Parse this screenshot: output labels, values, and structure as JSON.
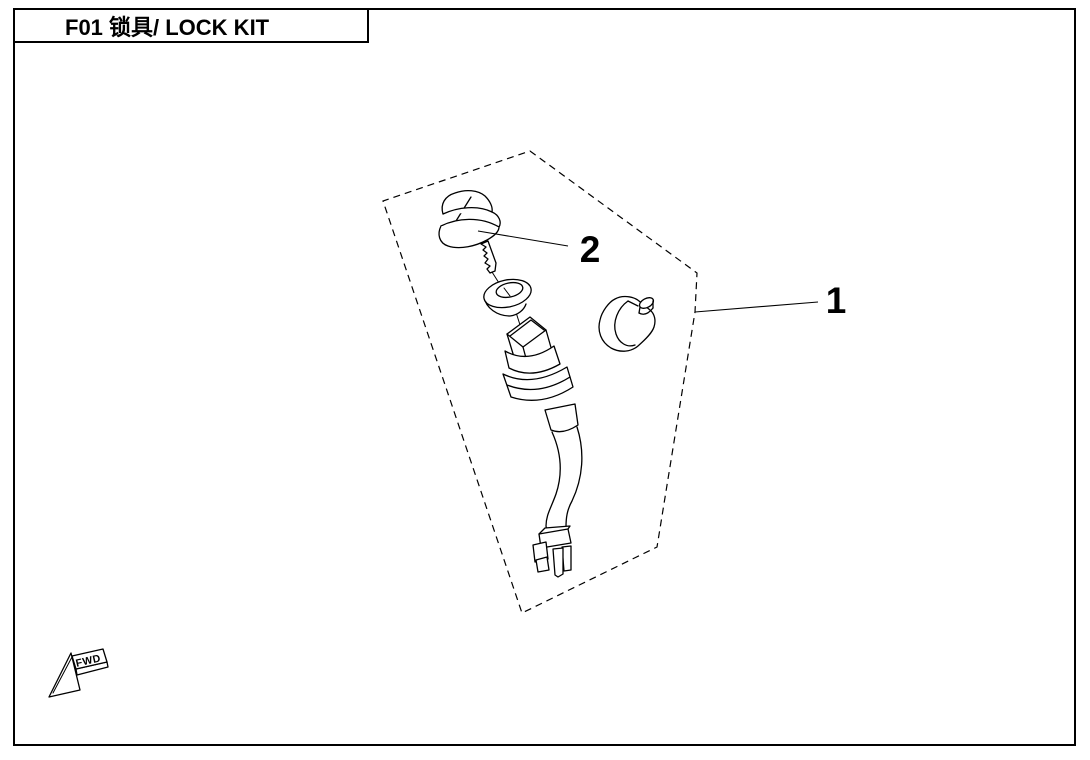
{
  "window": {
    "title_label": "F01 锁具/ LOCK KIT"
  },
  "colors": {
    "background": "#ffffff",
    "line": "#000000",
    "text": "#000000"
  },
  "callouts": {
    "item1": "1",
    "item2": "2"
  },
  "orientation_marker": {
    "label": "FWD"
  }
}
